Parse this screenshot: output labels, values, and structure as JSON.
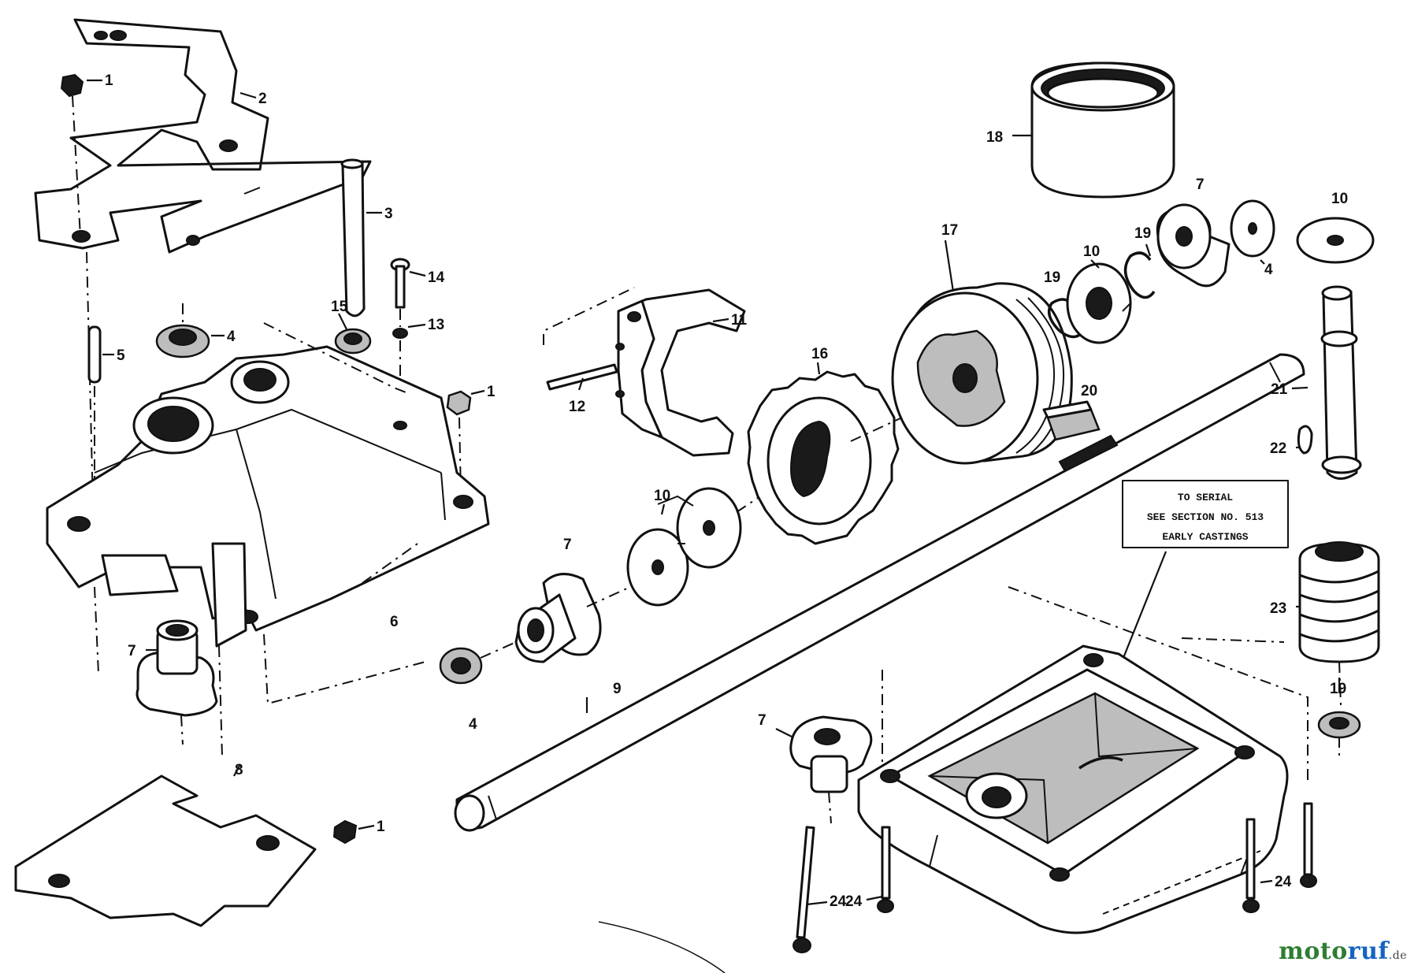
{
  "labels": [
    {
      "id": "1a",
      "text": "1"
    },
    {
      "id": "2a",
      "text": "2"
    },
    {
      "id": "3a",
      "text": "3"
    },
    {
      "id": "4a",
      "text": "4"
    },
    {
      "id": "5a",
      "text": "5"
    },
    {
      "id": "14a",
      "text": "14"
    },
    {
      "id": "15a",
      "text": "15"
    },
    {
      "id": "13a",
      "text": "13"
    },
    {
      "id": "1b",
      "text": "1"
    },
    {
      "id": "6a",
      "text": "6"
    },
    {
      "id": "7a",
      "text": "7"
    },
    {
      "id": "8a",
      "text": "8"
    },
    {
      "id": "1c",
      "text": "1"
    },
    {
      "id": "12a",
      "text": "12"
    },
    {
      "id": "11a",
      "text": "11"
    },
    {
      "id": "16a",
      "text": "16"
    },
    {
      "id": "10a",
      "text": "10"
    },
    {
      "id": "7b",
      "text": "7"
    },
    {
      "id": "4b",
      "text": "4"
    },
    {
      "id": "9a",
      "text": "9"
    },
    {
      "id": "17a",
      "text": "17"
    },
    {
      "id": "18a",
      "text": "18"
    },
    {
      "id": "19a",
      "text": "19"
    },
    {
      "id": "10b",
      "text": "10"
    },
    {
      "id": "19b",
      "text": "19"
    },
    {
      "id": "7c",
      "text": "7"
    },
    {
      "id": "4c",
      "text": "4"
    },
    {
      "id": "20a",
      "text": "20"
    },
    {
      "id": "10c",
      "text": "10"
    },
    {
      "id": "21a",
      "text": "21"
    },
    {
      "id": "22a",
      "text": "22"
    },
    {
      "id": "23a",
      "text": "23"
    },
    {
      "id": "19c",
      "text": "19"
    },
    {
      "id": "7d",
      "text": "7"
    },
    {
      "id": "24a",
      "text": "24"
    },
    {
      "id": "24b",
      "text": "24"
    },
    {
      "id": "24c",
      "text": "24"
    }
  ],
  "plate": {
    "line1": "TO SERIAL",
    "line2": "SEE SECTION NO. 513",
    "line3": "EARLY CASTINGS"
  },
  "brand": {
    "part1": "moto",
    "part2": "ruf",
    "part3": ".de"
  }
}
